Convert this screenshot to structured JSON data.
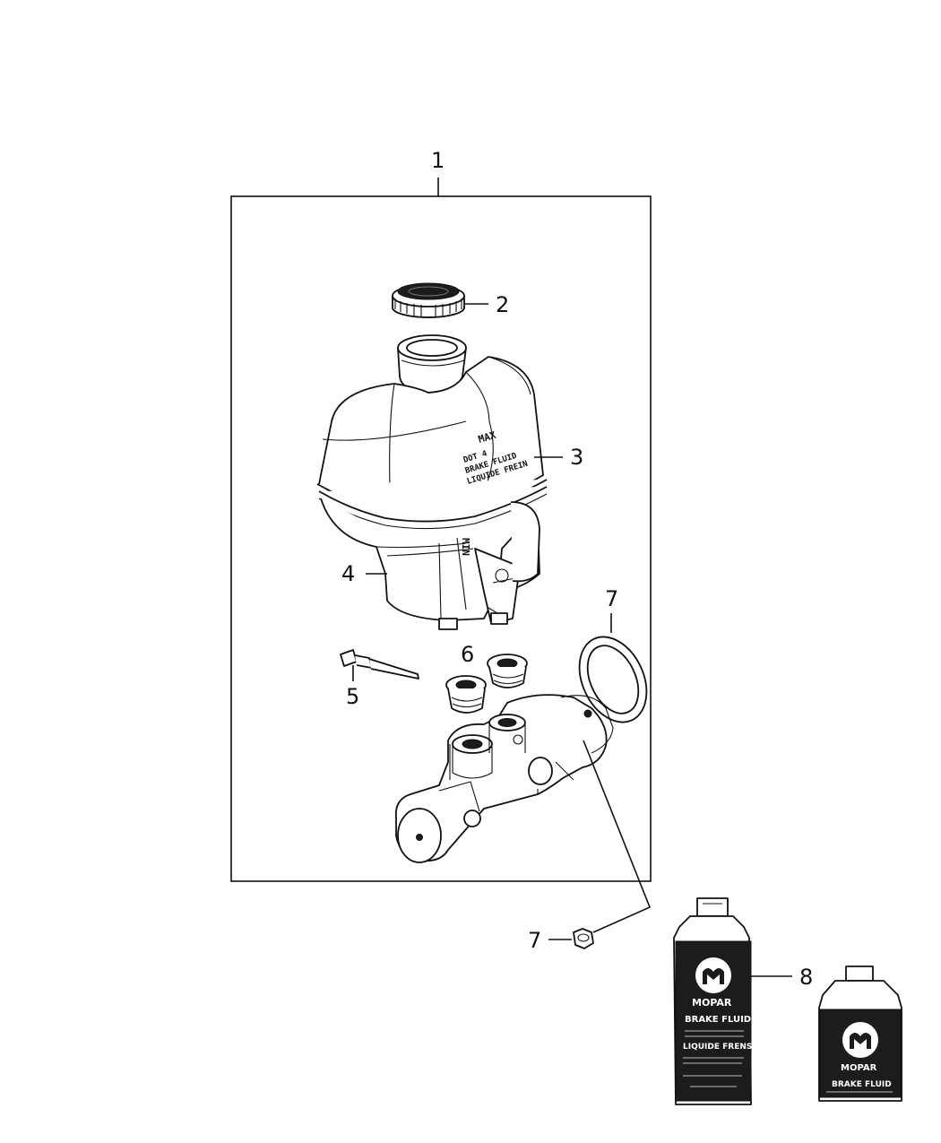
{
  "callouts": {
    "c1": "1",
    "c2": "2",
    "c3": "3",
    "c4": "4",
    "c5": "5",
    "c6": "6",
    "c7a": "7",
    "c7b": "7",
    "c8": "8"
  },
  "reservoir_print": {
    "max": "MAX",
    "min": "MIN",
    "lines": [
      "DOT 4",
      "BRAKE FLUID",
      "LIQUIDE FREIN"
    ]
  },
  "bottle_large": {
    "brand": "MOPAR",
    "line1": "BRAKE FLUID",
    "line2": "LIQUIDE FRENS"
  },
  "bottle_small": {
    "brand": "MOPAR",
    "line1": "BRAKE FLUID"
  }
}
